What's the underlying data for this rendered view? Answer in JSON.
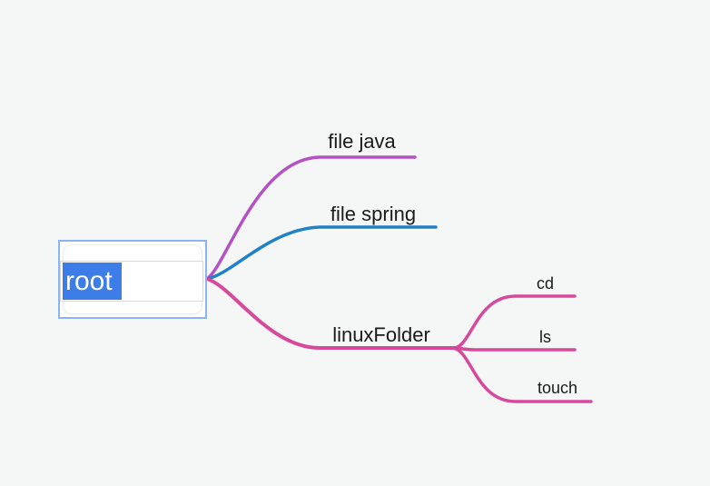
{
  "canvas": {
    "bg": "#f5f6f6"
  },
  "colors": {
    "java_branch": "#b452c4",
    "spring_branch": "#2181c6",
    "linux_branch": "#d6499b",
    "selection_bg": "#3d7de8",
    "selection_text": "#ffffff",
    "node_border": "#8ab5f2",
    "label_text": "#1a1a1a"
  },
  "root": {
    "text": "root"
  },
  "nodes": {
    "file_java": {
      "label": "file java"
    },
    "file_spring": {
      "label": "file spring"
    },
    "linux_folder": {
      "label": "linuxFolder"
    },
    "cd": {
      "label": "cd"
    },
    "ls": {
      "label": "ls"
    },
    "touch": {
      "label": "touch"
    }
  }
}
